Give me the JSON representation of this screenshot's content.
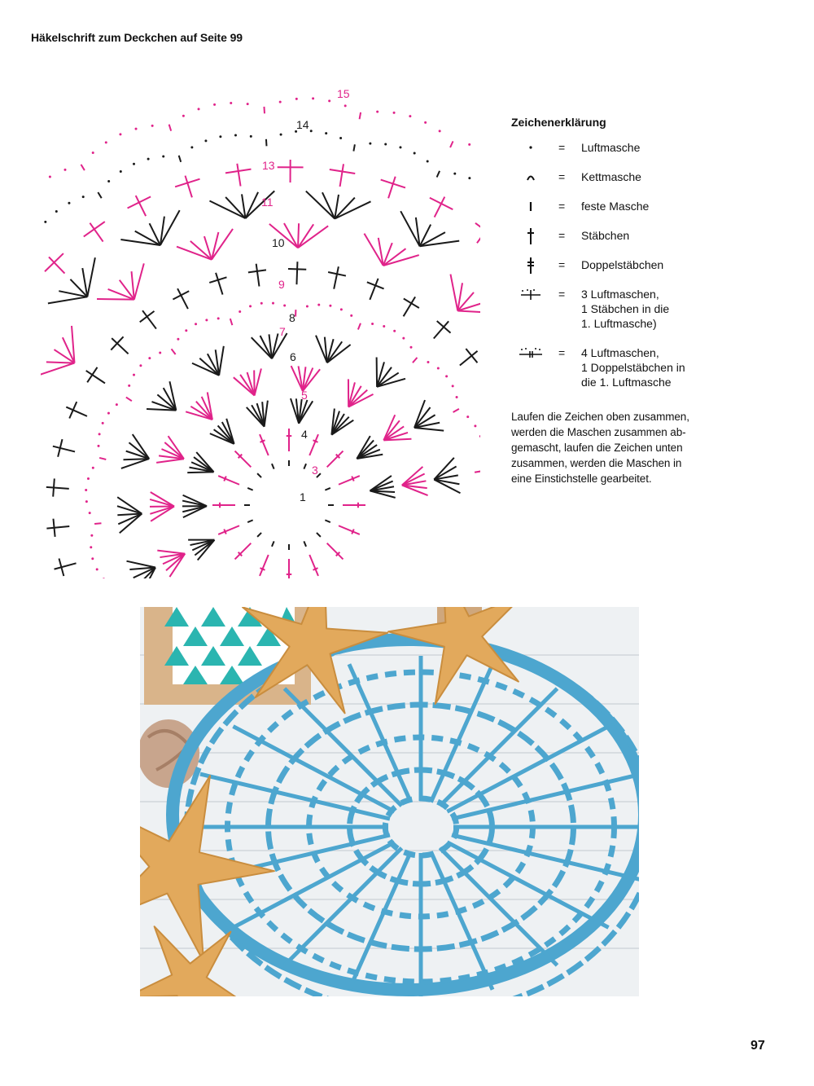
{
  "header": {
    "title": "Häkelschrift zum Deckchen auf Seite 99"
  },
  "diagram": {
    "round_labels": [
      "1",
      "3",
      "4",
      "5",
      "6",
      "7",
      "8",
      "9",
      "10",
      "11",
      "13",
      "14",
      "15"
    ],
    "colors": {
      "pink": "#e0238a",
      "black": "#1a1a1a"
    }
  },
  "legend": {
    "title": "Zeichenerklärung",
    "equals": "=",
    "items": [
      {
        "icon": "chain-dot-icon",
        "label": "Luftmasche"
      },
      {
        "icon": "slip-stitch-arc-icon",
        "label": "Kettmasche"
      },
      {
        "icon": "single-crochet-bar-icon",
        "label": "feste Masche"
      },
      {
        "icon": "double-crochet-icon",
        "label": "Stäbchen"
      },
      {
        "icon": "treble-crochet-icon",
        "label": "Doppelstäbchen"
      },
      {
        "icon": "three-chain-double-crochet-icon",
        "label": "3 Luftmaschen,\n1 Stäbchen in die\n1. Luftmasche)"
      },
      {
        "icon": "four-chain-treble-icon",
        "label": "4 Luftmaschen,\n1 Doppelstäbchen in\ndie 1. Luftmasche"
      }
    ]
  },
  "note": "Laufen die Zeichen oben zusammen, werden die Maschen zusammen ab-gemascht, laufen die Zeichen unten zusammen, werden die Maschen in eine Einstichstelle gearbeitet.",
  "photo": {
    "colors": {
      "doily": "#4da6cf",
      "background": "#e9ecef",
      "starfish": "#e2a95c"
    }
  },
  "footer": {
    "page_number": "97"
  }
}
